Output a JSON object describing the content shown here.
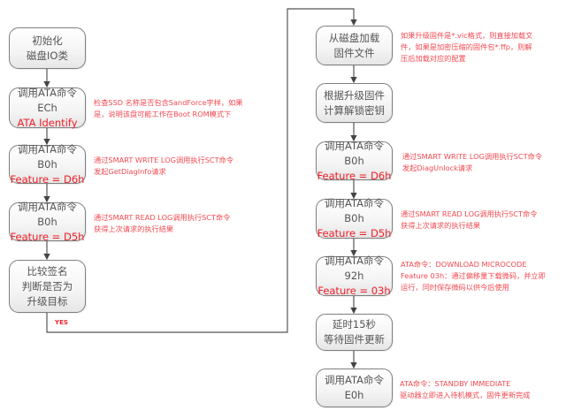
{
  "left_column": {
    "boxes": [
      {
        "line1": "初始化",
        "line2": "磁盘IO类"
      },
      {
        "line1": "调用ATA命令ECh",
        "line2": "ATA Identify"
      },
      {
        "line1": "调用ATA命令B0h",
        "line2": "Feature = D6h"
      },
      {
        "line1": "调用ATA命令B0h",
        "line2": "Feature = D5h"
      },
      {
        "line1": "比较签名",
        "line2": "判断是否为",
        "line3": "升级目标"
      }
    ],
    "notes": [
      {
        "line1": "检查SSD 名称是否包含SandForce字样，如果",
        "line2": "是，说明该盘可能工作在Boot ROM模式下"
      },
      {
        "line1": "通过SMART WRITE LOG调用执行SCT命令",
        "line2": "发起GetDiagInfo请求"
      },
      {
        "line1": "通过SMART READ LOG调用执行SCT命令",
        "line2": "获得上次请求的执行结果"
      }
    ],
    "yes_label": "YES"
  },
  "right_column": {
    "boxes": [
      {
        "line1": "从磁盘加载",
        "line2": "固件文件"
      },
      {
        "line1": "根据升级固件",
        "line2": "计算解锁密钥"
      },
      {
        "line1": "调用ATA命令B0h",
        "line2": "Feature = D6h"
      },
      {
        "line1": "调用ATA命令B0h",
        "line2": "Feature = D5h"
      },
      {
        "line1": "调用ATA命令92h",
        "line2": "Feature = 03h"
      },
      {
        "line1": "延时15秒",
        "line2": "等待固件更新"
      },
      {
        "line1": "调用ATA命令E0h"
      }
    ],
    "notes": [
      {
        "line1": "如果升级固件是*.vic格式，则直接加载文",
        "line2": "件，如果是加密压缩的固件包*.ffp，则解",
        "line3": "压后加载对应的配置"
      },
      {
        "line1": "通过SMART WRITE LOG调用执行SCT命令",
        "line2": "发起DiagUnlock请求"
      },
      {
        "line1": "通过SMART READ LOG调用执行SCT命令",
        "line2": "获得上次请求的执行结果"
      },
      {
        "line1": "ATA命令：DOWNLOAD MICROCODE",
        "line2": "Feature 03h：通过偏移量下载微码，并立即",
        "line3": "运行，同时保存微码以供今后使用"
      },
      {
        "line1": "ATA命令：STANDBY IMMEDIATE",
        "line2": "驱动器立即进入待机模式，固件更新完成"
      }
    ]
  }
}
